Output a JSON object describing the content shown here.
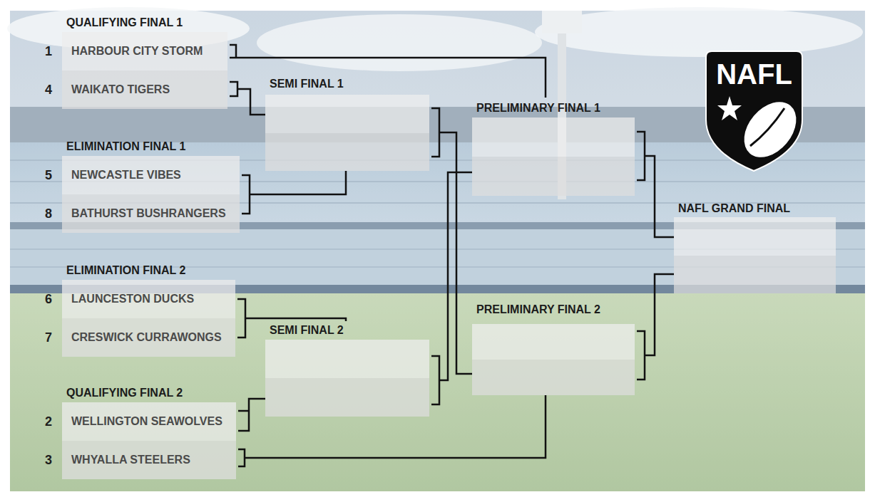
{
  "diagram": {
    "nodes": [
      {
        "text": [
          "QUALIFYING FINAL 1"
        ]
      },
      {
        "text": [
          "HARBOUR CITY STORM"
        ],
        "in": 0
      },
      {
        "text": [
          "WAIKATO TIGERS"
        ],
        "in": 0
      },
      {
        "text": [
          "SEMI FINAL 1"
        ]
      },
      {
        "text": [
          "PRELIMINARY FINAL 1"
        ]
      },
      {
        "text": [
          "ELIMINATION FINAL 1"
        ]
      },
      {
        "text": [
          "NEWCASTLE VIBES"
        ],
        "in": 5
      },
      {
        "text": [
          "BATHURST BUSHRANGERS"
        ],
        "in": 5
      },
      {
        "text": [
          "NAFL GRAND FINAL"
        ]
      },
      {
        "text": [
          "ELIMINATION FINAL 2"
        ]
      },
      {
        "text": [
          "LAUNCESTON DUCKS"
        ],
        "in": 9
      },
      {
        "text": [
          "CRESWICK CURRAWONGS"
        ],
        "in": 9
      },
      {
        "text": [
          "PRELIMINARY FINAL 2"
        ]
      },
      {
        "text": [
          "SEMI FINAL 2"
        ]
      },
      {
        "text": [
          "QUALIFYING FINAL 2"
        ]
      },
      {
        "text": [
          "WELLINGTON SEAWOLVES"
        ],
        "in": 14
      },
      {
        "text": [
          "WHYALLA STEELERS"
        ],
        "in": 14
      }
    ],
    "edges": [
      {
        "from": 0,
        "to": 4,
        "arrow": "none"
      },
      {
        "from": 0,
        "to": 3,
        "arrow": "none"
      },
      {
        "from": 5,
        "to": 3,
        "arrow": "none"
      },
      {
        "from": 9,
        "to": 13,
        "arrow": "none"
      },
      {
        "from": 14,
        "to": 13,
        "arrow": "none"
      },
      {
        "from": 14,
        "to": 12,
        "arrow": "none"
      },
      {
        "from": 3,
        "to": 12,
        "arrow": "none"
      },
      {
        "from": 13,
        "to": 4,
        "arrow": "none"
      },
      {
        "from": 4,
        "to": 8,
        "arrow": "none"
      },
      {
        "from": 12,
        "to": 8,
        "arrow": "none"
      }
    ],
    "labels": [
      "1",
      "4",
      "5",
      "8",
      "6",
      "7",
      "2",
      "3",
      "NAFL"
    ]
  }
}
